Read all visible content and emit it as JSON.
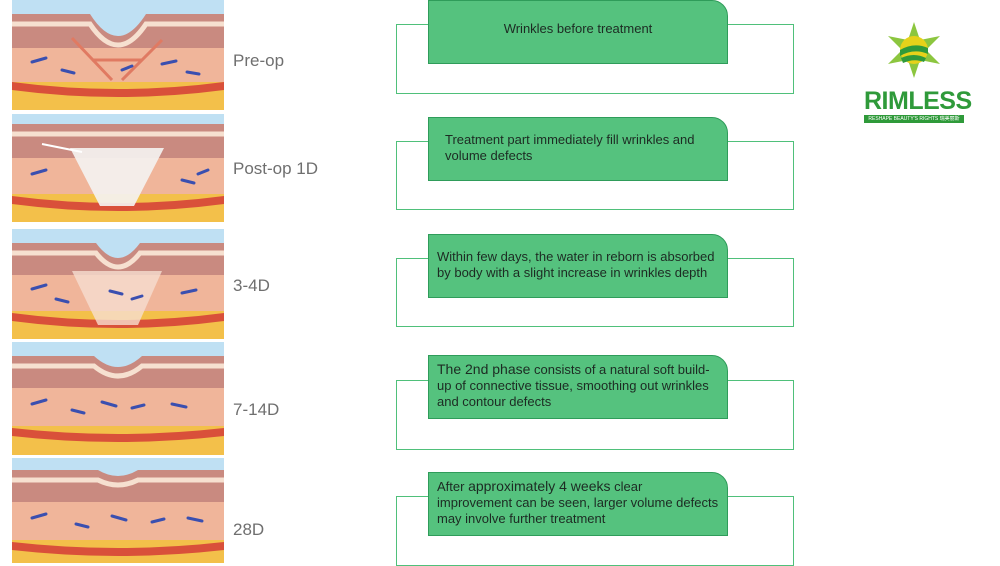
{
  "brand": {
    "name": "RIMLESS",
    "tagline": "RESHAPE BEAUTY'S RIGHTS 瑞美丽斯",
    "colors": {
      "green": "#2f9a3a",
      "yellow": "#e6d21a",
      "note_fill": "#55c27e"
    }
  },
  "stages": [
    {
      "label": "Pre-op",
      "note": "Wrinkles before treatment"
    },
    {
      "label": "Post-op 1D",
      "note": "Treatment part immediately fill wrinkles and volume defects"
    },
    {
      "label": "3-4D",
      "note": "Within few days, the water in reborn is absorbed by body with a slight increase in wrinkles depth"
    },
    {
      "label": "7-14D",
      "note_lead": "The 2nd phase",
      "note_rest": " consists of a natural soft build-up of connective tissue, smoothing out wrinkles and contour defects"
    },
    {
      "label": "28D",
      "note_pre": "After ",
      "note_big": "approximately 4 weeks",
      "note_rest": " clear improvement can be seen, larger volume defects may involve further treatment"
    }
  ]
}
